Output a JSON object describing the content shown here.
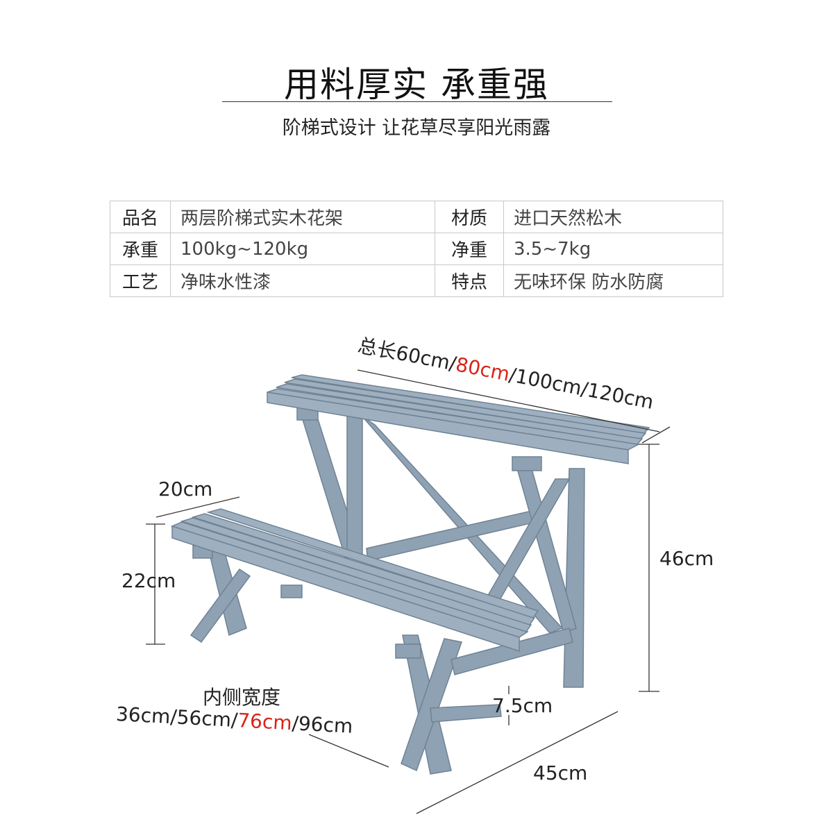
{
  "header": {
    "title": "用料厚实  承重强",
    "subtitle": "阶梯式设计 让花草尽享阳光雨露"
  },
  "specs": [
    {
      "k1": "品名",
      "v1": "两层阶梯式实木花架",
      "k2": "材质",
      "v2": "进口天然松木"
    },
    {
      "k1": "承重",
      "v1": "100kg~120kg",
      "k2": "净重",
      "v2": "3.5~7kg"
    },
    {
      "k1": "工艺",
      "v1": "净味水性漆",
      "k2": "特点",
      "v2": "无味环保 防水防腐"
    }
  ],
  "dimensions": {
    "length_prefix": "总长60cm/",
    "length_highlight": "80cm",
    "length_suffix": "/100cm/120cm",
    "step_depth": "20cm",
    "step_height": "22cm",
    "total_height": "46cm",
    "inner_label": "内侧宽度",
    "inner_prefix": "36cm/56cm/",
    "inner_highlight": "76cm",
    "inner_suffix": "/96cm",
    "leg_width": "7.5cm",
    "depth": "45cm"
  },
  "colors": {
    "highlight": "#d9241b",
    "wood": "#8fa2b3"
  }
}
